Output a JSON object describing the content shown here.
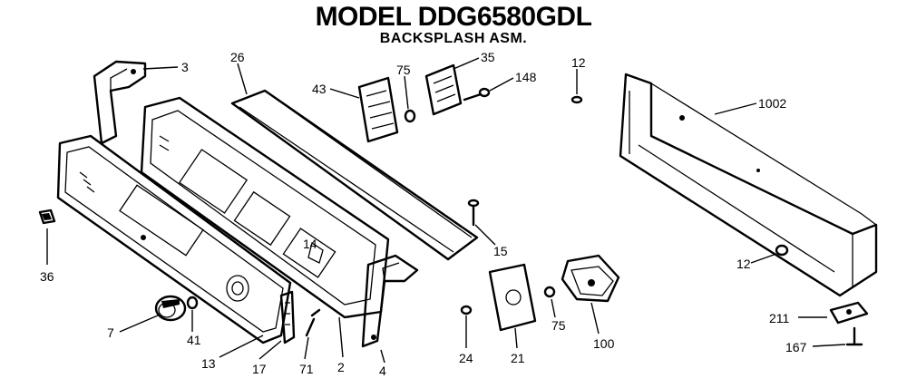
{
  "header": {
    "title": "MODEL DDG6580GDL",
    "subtitle": "BACKSPLASH ASM."
  },
  "callouts": {
    "p3": "3",
    "p26": "26",
    "p43": "43",
    "p75a": "75",
    "p35": "35",
    "p148": "148",
    "p12a": "12",
    "p1002": "1002",
    "p36": "36",
    "p14": "14",
    "p15": "15",
    "p12b": "12",
    "p7": "7",
    "p41": "41",
    "p13": "13",
    "p17": "17",
    "p71": "71",
    "p2": "2",
    "p4": "4",
    "p24": "24",
    "p21": "21",
    "p75b": "75",
    "p100": "100",
    "p211": "211",
    "p167": "167"
  }
}
